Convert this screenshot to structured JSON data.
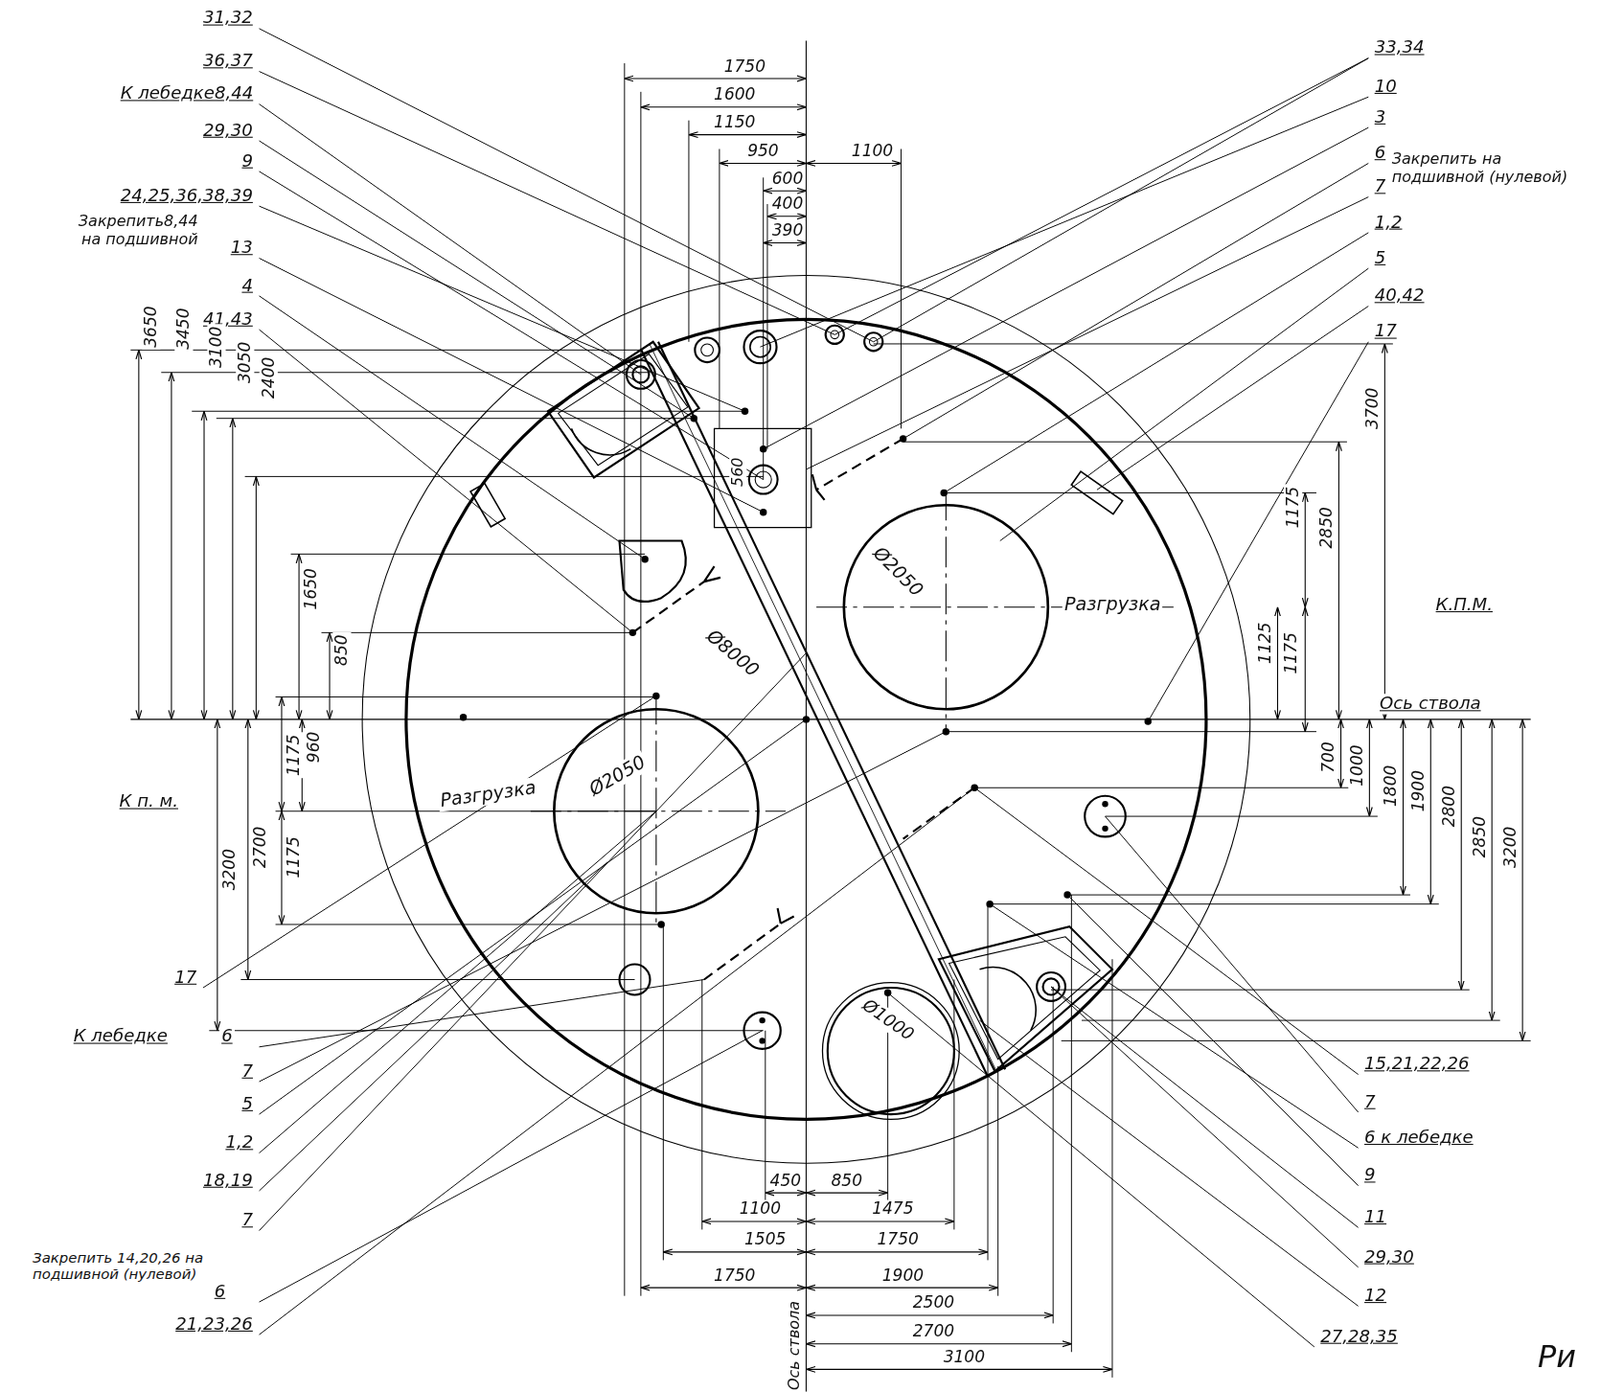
{
  "diagram": {
    "labels": [
      "31,32",
      "36,37",
      "К лебедке8,44",
      "29,30",
      "9",
      "24,25,36,38,39",
      "Закрепить8,44 на подшивной",
      "13",
      "4",
      "41,43",
      "33,34",
      "10",
      "3",
      "6",
      "Закрепить на подшивной (нулевой)",
      "7",
      "1,2",
      "5",
      "40,42",
      "17",
      "К.П.М.",
      "Ось ствола",
      "К п. м.",
      "17",
      "К лебедке",
      "6",
      "7",
      "5",
      "1,2",
      "18,19",
      "7",
      "Закрепить 14,20,26 на подшивной (нулевой)",
      "6",
      "21,23,26",
      "15,21,22,26",
      "7",
      "6 к лебедке",
      "9",
      "11",
      "29,30",
      "12",
      "27,28,35",
      "Ри",
      "1750",
      "1600",
      "1150",
      "950",
      "1100",
      "600",
      "400",
      "390",
      "560",
      "3650",
      "3450",
      "3100",
      "3050",
      "2400",
      "1650",
      "850",
      "1175",
      "960",
      "1175",
      "3200",
      "2700",
      "1175",
      "2850",
      "3700",
      "1175",
      "1125",
      "700",
      "1000",
      "1800",
      "1900",
      "2800",
      "2850",
      "3200",
      "Ø2050",
      "Разгрузка",
      "Ø8000",
      "Ø2050",
      "Разгрузка",
      "Ø1000",
      "450",
      "850",
      "1100",
      "1475",
      "1505",
      "1750",
      "1750",
      "1900",
      "2500",
      "2700",
      "3100",
      "Ось ствола"
    ]
  }
}
